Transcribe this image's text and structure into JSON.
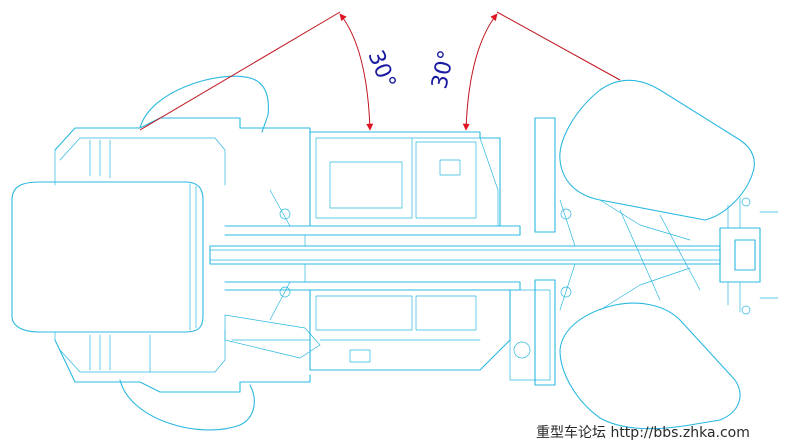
{
  "diagram": {
    "angle_label_left": "30°",
    "angle_label_right": "30°",
    "watermark": "重型车论坛  http://bbs.zhka.com"
  },
  "colors": {
    "outline": "#2bb8e0",
    "dimension": "#c0141e",
    "arrow": "#e01420",
    "text": "#1a1aa0",
    "watermark": "#2a2a2a"
  }
}
